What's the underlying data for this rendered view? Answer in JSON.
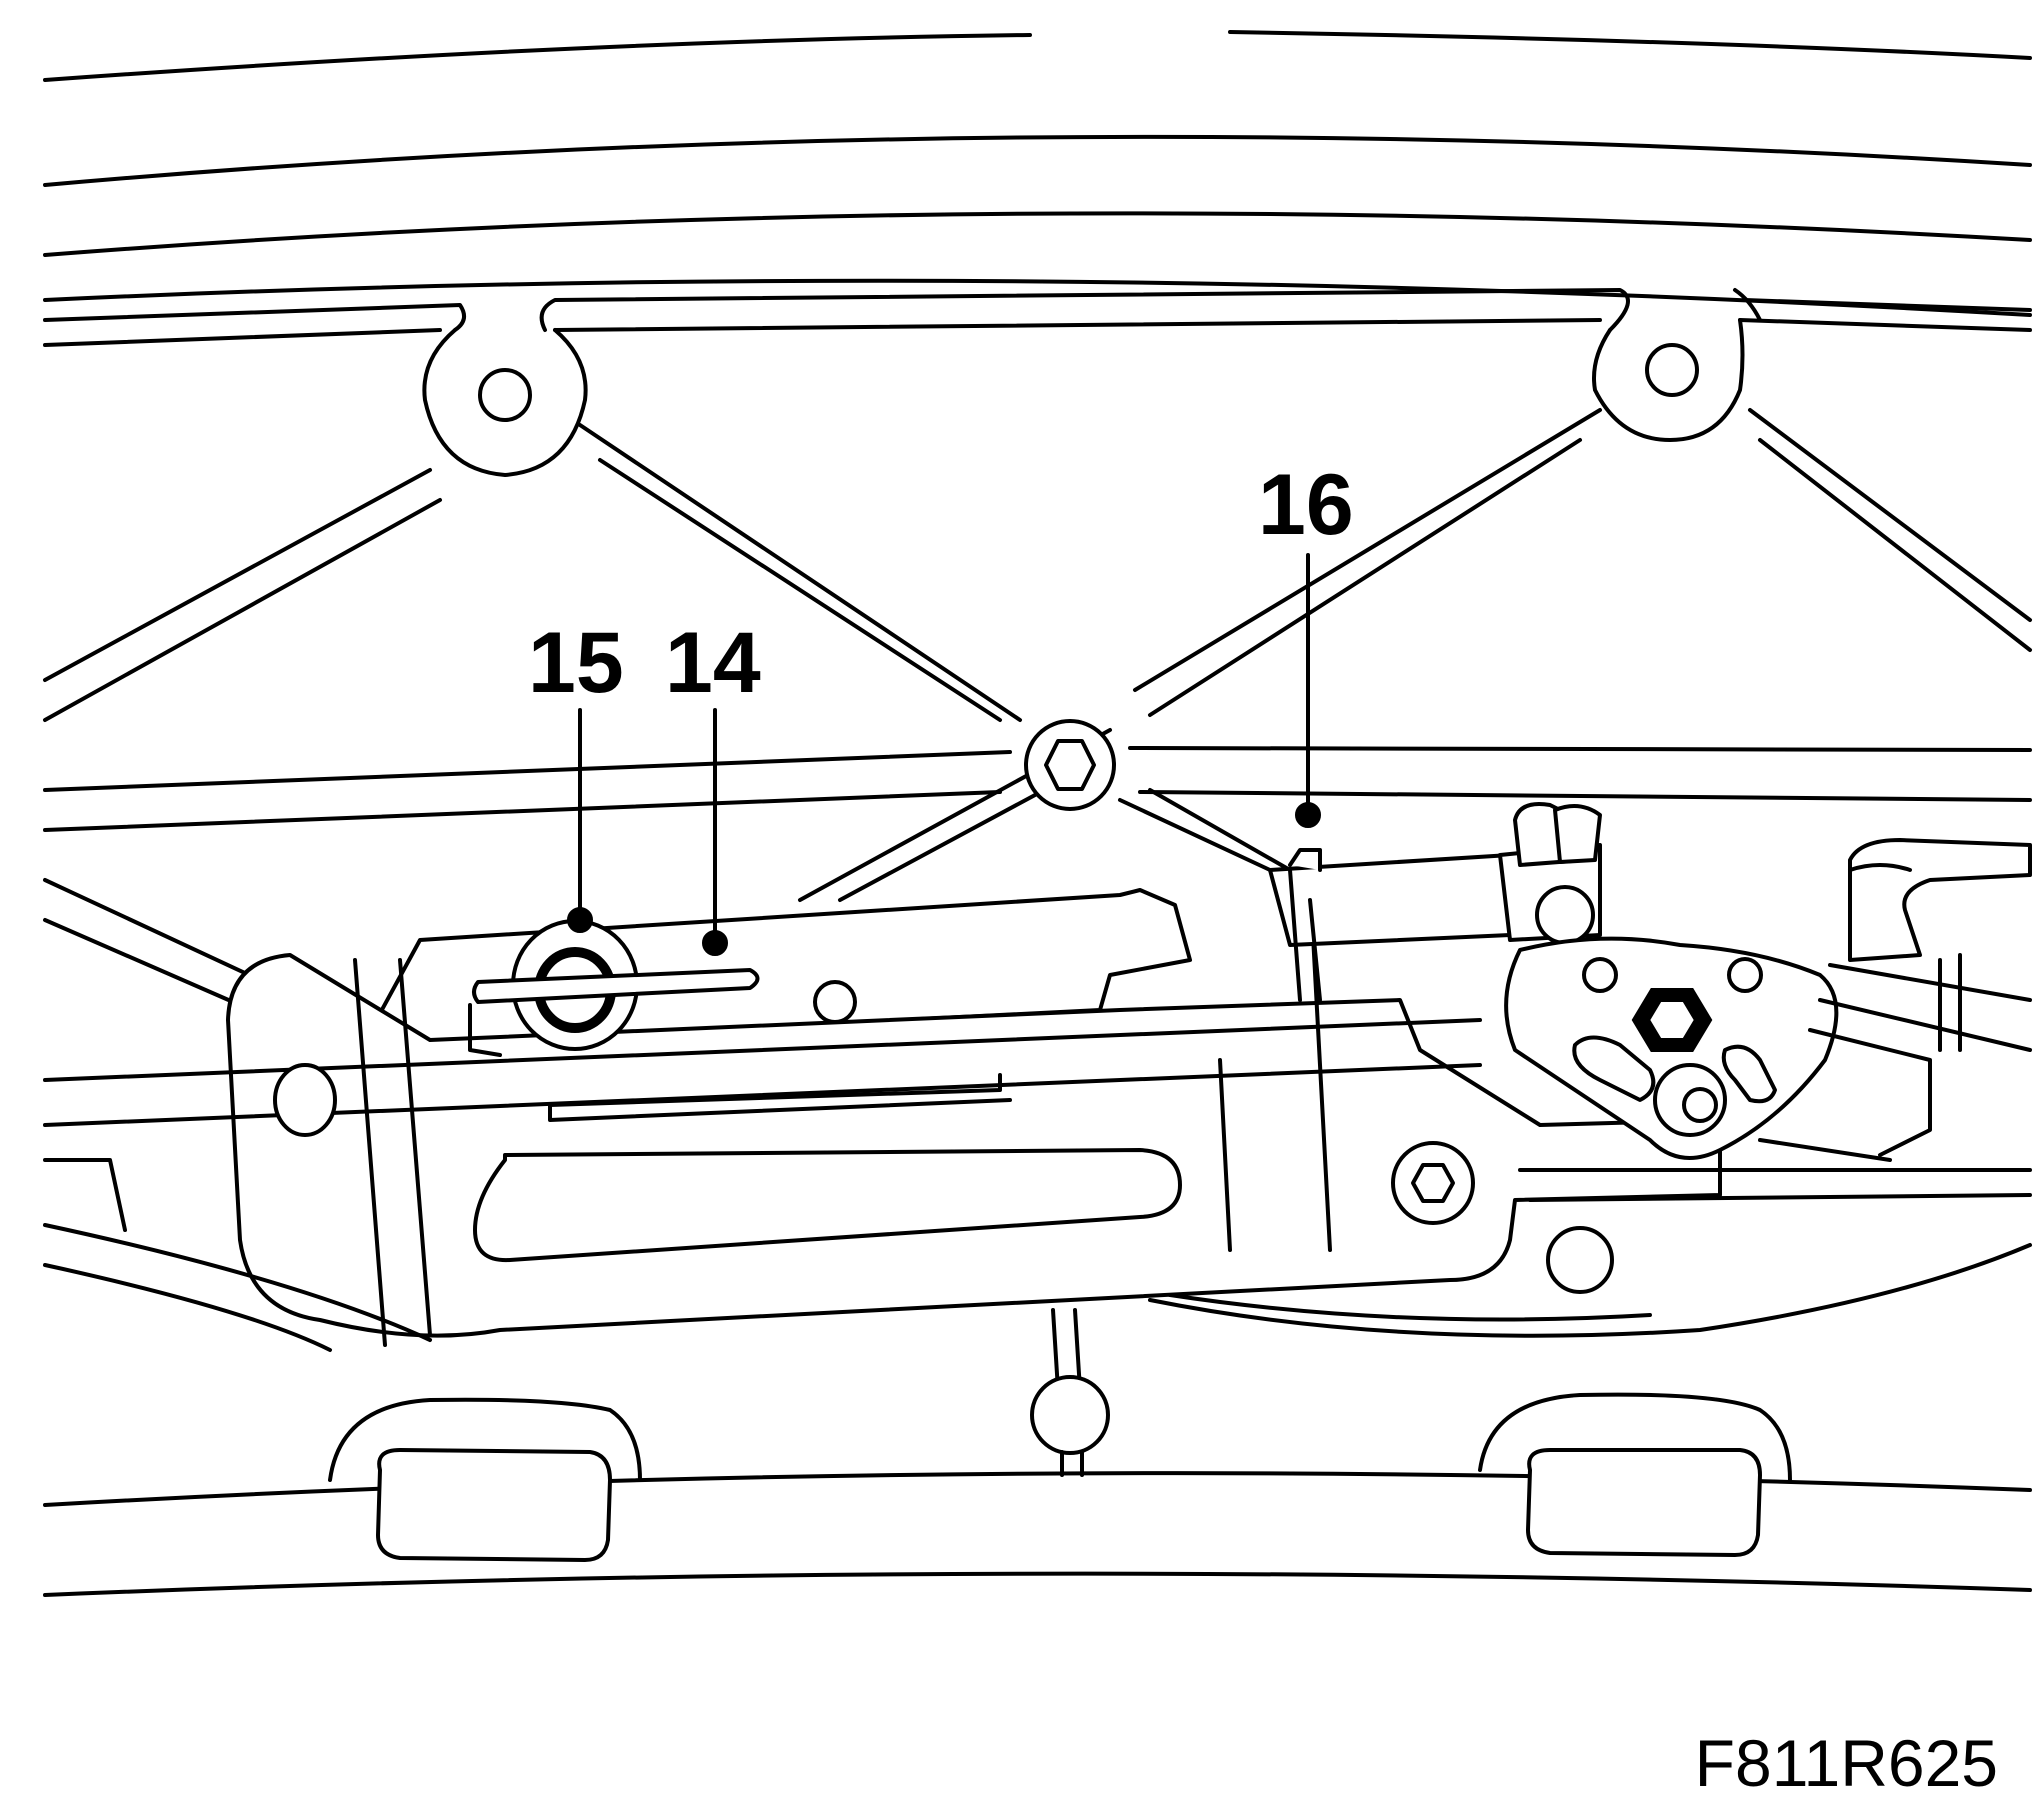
{
  "callouts": {
    "c15": "15",
    "c14": "14",
    "c16": "16"
  },
  "figure_code": "F811R625",
  "colors": {
    "line": "#000000",
    "background": "#ffffff"
  }
}
